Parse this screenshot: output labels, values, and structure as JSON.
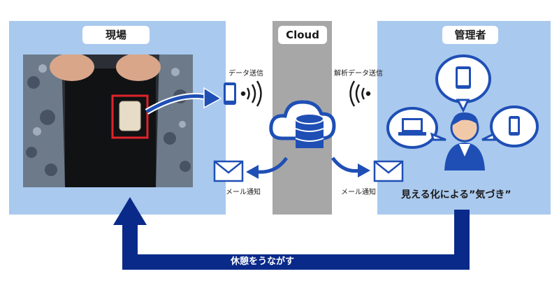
{
  "panels": {
    "site": {
      "title": "現場"
    },
    "cloud": {
      "title": "Cloud"
    },
    "admin": {
      "title": "管理者"
    }
  },
  "labels": {
    "data_send": "データ送信",
    "analysis_send": "解析データ送信",
    "mail_left": "メール通知",
    "mail_right": "メール通知",
    "awareness": "見える化による”気づき”",
    "encourage_rest": "休憩をうながす"
  },
  "colors": {
    "panel_blue": "#a9c9ee",
    "cloud_gray": "#a7a7a7",
    "arrow_navy": "#0a2a8a",
    "icon_blue": "#1f4fb5"
  }
}
